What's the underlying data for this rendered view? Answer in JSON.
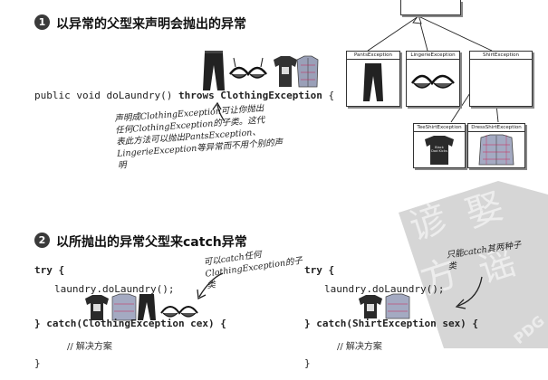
{
  "section1": {
    "number": "1",
    "title": "以异常的父型来声明会抛出的异常",
    "code_prefix": "public void doLaundry() ",
    "code_throws": "throws ClothingException",
    "code_brace": "{",
    "note_lines": [
      "声明成ClothingException可让你抛出",
      "任何ClothingException的子类。这代",
      "表此方法可以抛出PantsException、",
      "LingerieException等异常而不用个别的声",
      "明"
    ]
  },
  "diagram": {
    "classes": [
      {
        "name": "PantsException"
      },
      {
        "name": "LingerieException"
      },
      {
        "name": "ShirtException"
      },
      {
        "name": "TeeShirtException"
      },
      {
        "name": "DressShirtException"
      }
    ],
    "tee_text": "Black Dad Kicks"
  },
  "section2": {
    "number": "2",
    "title": "以所抛出的异常父型来catch异常",
    "left": {
      "try": "try {",
      "call": "laundry.doLaundry();",
      "catch": "} catch(ClothingException cex) {",
      "comment": "// 解决方案",
      "close": "}"
    },
    "left_note_lines": [
      "可以catch任何",
      "ClothingException的子",
      "类"
    ],
    "right": {
      "try": "try {",
      "call": "laundry.doLaundry();",
      "catch": "} catch(ShirtException sex) {",
      "comment": "// 解决方案",
      "close": "}"
    },
    "right_note_lines": [
      "只能catch其两种子",
      "类"
    ]
  },
  "watermark": {
    "text": "PDG"
  }
}
